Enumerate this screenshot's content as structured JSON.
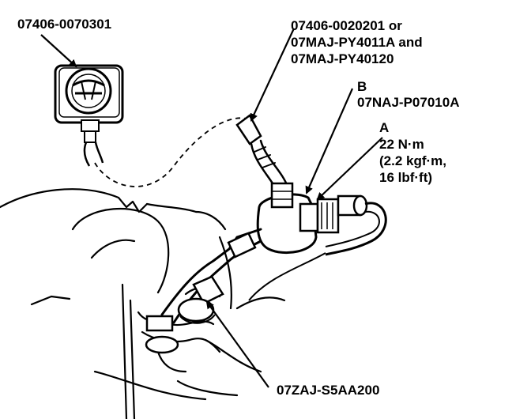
{
  "labels": {
    "gauge_part": "07406-0070301",
    "hose_parts": [
      "07406-0020201 or",
      "07MAJ-PY4011A and",
      "07MAJ-PY40120"
    ],
    "callout_b": {
      "letter": "B",
      "part": "07NAJ-P07010A"
    },
    "callout_a": {
      "letter": "A",
      "torque": [
        "22 N·m",
        "(2.2 kgf·m,",
        "16 lbf·ft)"
      ]
    },
    "adapter_part": "07ZAJ-S5AA200"
  },
  "colors": {
    "ink": "#000000",
    "paper": "#ffffff"
  }
}
